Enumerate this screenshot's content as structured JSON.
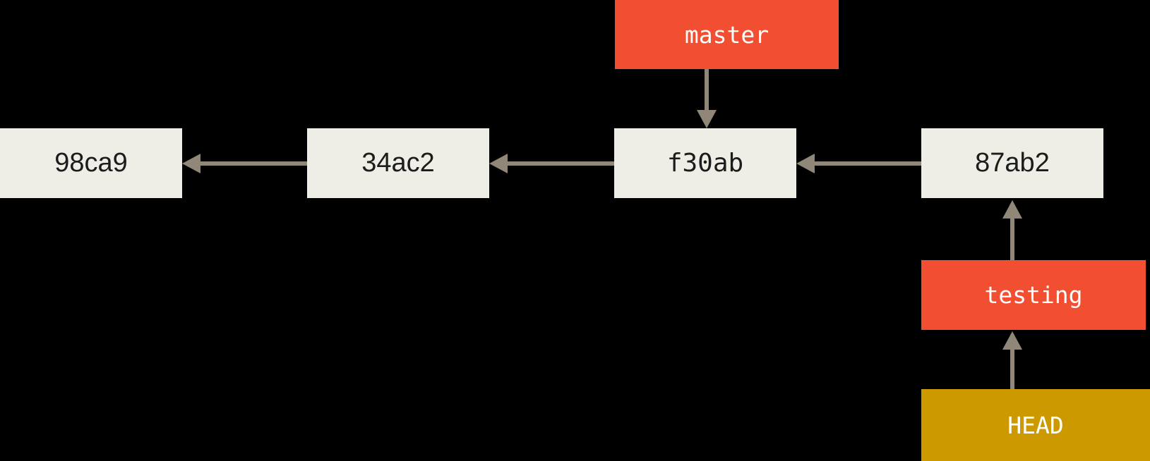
{
  "diagram": {
    "type": "git-commit-graph",
    "commits": [
      {
        "id": "98ca9"
      },
      {
        "id": "34ac2"
      },
      {
        "id": "f30ab"
      },
      {
        "id": "87ab2"
      }
    ],
    "refs": [
      {
        "label": "master",
        "kind": "branch",
        "points_to": "f30ab",
        "color": "#f14e32"
      },
      {
        "label": "testing",
        "kind": "branch",
        "points_to": "87ab2",
        "color": "#f14e32"
      },
      {
        "label": "HEAD",
        "kind": "head",
        "points_to": "testing",
        "color": "#cc9900"
      }
    ],
    "edges": [
      {
        "from": "34ac2",
        "to": "98ca9"
      },
      {
        "from": "f30ab",
        "to": "34ac2"
      },
      {
        "from": "87ab2",
        "to": "f30ab"
      },
      {
        "from": "master",
        "to": "f30ab"
      },
      {
        "from": "testing",
        "to": "87ab2"
      },
      {
        "from": "HEAD",
        "to": "testing"
      }
    ],
    "colors": {
      "background": "#000000",
      "commit_box": "#efeee6",
      "commit_text": "#1c1c1c",
      "branch_box": "#f14e32",
      "head_box": "#cc9900",
      "label_text": "#ffffff",
      "arrow": "#918779"
    }
  }
}
